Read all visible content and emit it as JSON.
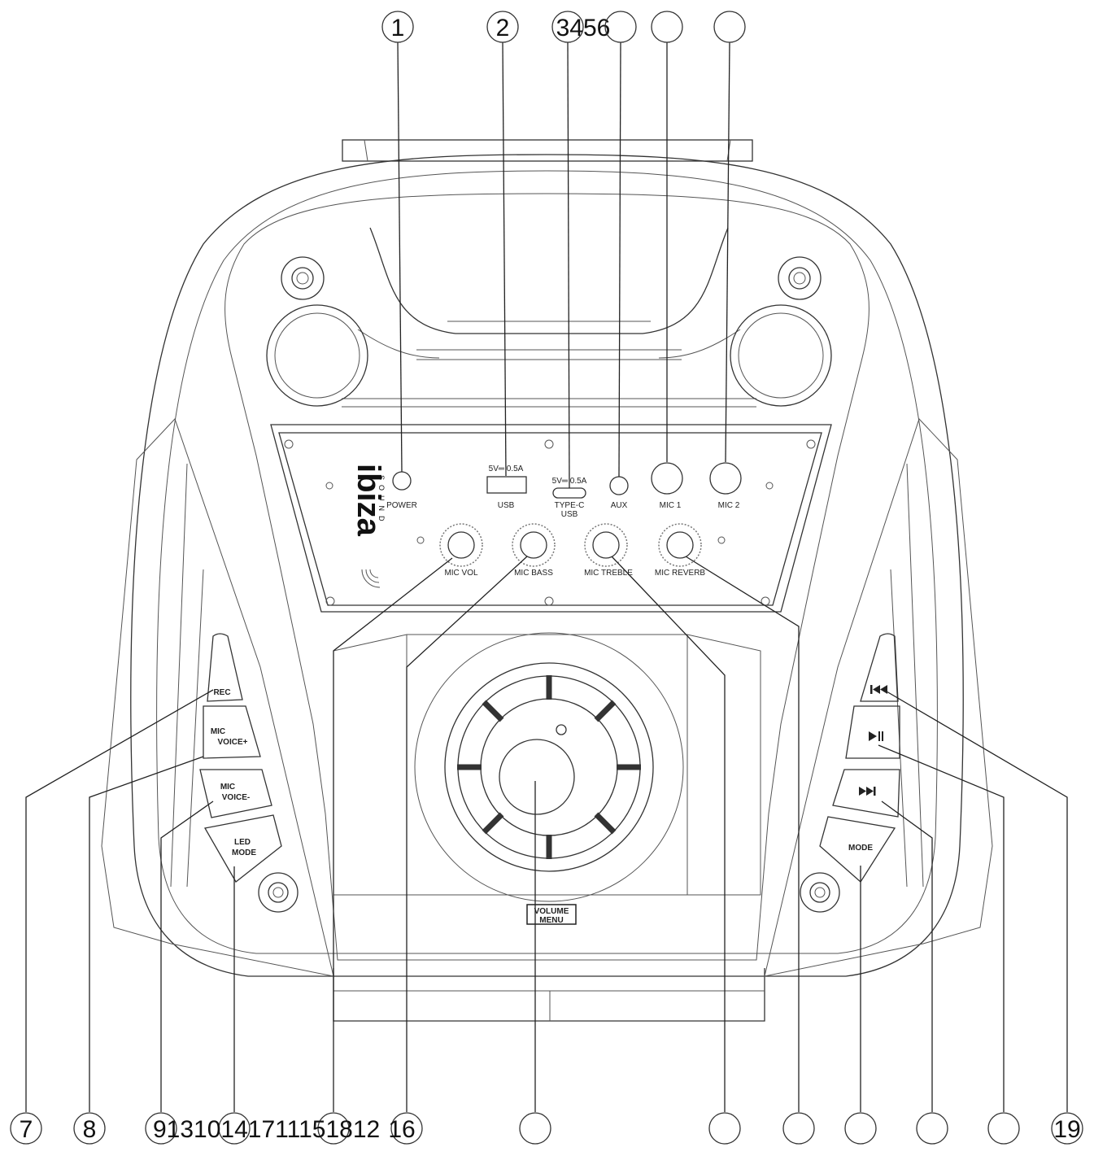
{
  "callouts_top": [
    "1",
    "2",
    "3456",
    "",
    "",
    ""
  ],
  "callouts_bottom": [
    "7",
    "8",
    "91310141711151812",
    "16",
    "",
    "",
    "",
    "",
    "",
    "",
    "19"
  ],
  "panel": {
    "brand": "ibiza",
    "brand_sub": "SOUND",
    "power": "POWER",
    "usb_rating": "5V═ 0.5A",
    "usb": "USB",
    "typec_rating": "5V═ 0.5A",
    "typec_line1": "TYPE-C",
    "typec_line2": "USB",
    "aux": "AUX",
    "mic1": "MIC 1",
    "mic2": "MIC 2",
    "mic_vol": "MIC VOL",
    "mic_bass": "MIC BASS",
    "mic_treble": "MIC TREBLE",
    "mic_reverb": "MIC REVERB"
  },
  "left_buttons": {
    "rec": "REC",
    "mic_voice_plus_1": "MIC",
    "mic_voice_plus_2": "VOICE+",
    "mic_voice_minus_1": "MIC",
    "mic_voice_minus_2": "VOICE-",
    "led_mode_1": "LED",
    "led_mode_2": "MODE"
  },
  "right_buttons": {
    "prev_icon": "previous-track-icon",
    "play_pause_icon": "play-pause-icon",
    "next_icon": "next-track-icon",
    "mode": "MODE"
  },
  "volume_label_1": "VOLUME",
  "volume_label_2": "MENU"
}
